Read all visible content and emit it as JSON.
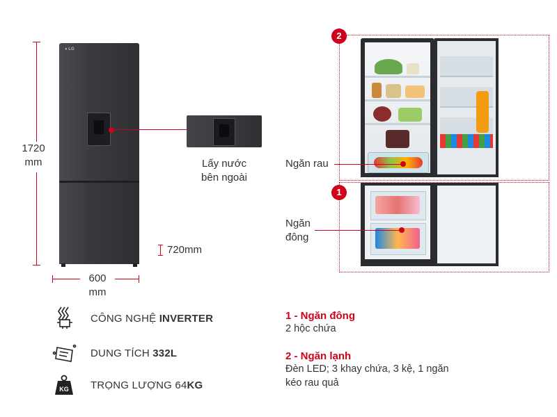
{
  "dimensions": {
    "height_value": "1720",
    "height_unit": "mm",
    "width_value": "600",
    "width_unit": "mm",
    "clearance": "720mm"
  },
  "dispenser": {
    "label_line1": "Lấy nước",
    "label_line2": "bên ngoài"
  },
  "callouts": {
    "crisper": "Ngăn rau",
    "freezer_line1": "Ngăn",
    "freezer_line2": "đông"
  },
  "badges": {
    "fridge": "2",
    "freezer": "1"
  },
  "features": [
    {
      "prefix": "CÔNG NGHỆ ",
      "bold": "INVERTER",
      "suffix": "",
      "icon": "inverter-chip-icon"
    },
    {
      "prefix": "DUNG TÍCH ",
      "bold": "332L",
      "suffix": "",
      "icon": "capacity-icon"
    },
    {
      "prefix": "TRỌNG LƯỢNG 64",
      "bold": "KG",
      "suffix": "",
      "icon": "weight-icon"
    }
  ],
  "weight_icon_text": "KG",
  "specs": [
    {
      "title": "1 - Ngăn đông",
      "body": [
        "2 hộc chứa"
      ]
    },
    {
      "title": "2 - Ngăn lạnh",
      "body": [
        "Đèn LED; 3 khay chứa, 3 kệ, 1 ngăn",
        "kéo rau quả"
      ]
    }
  ],
  "colors": {
    "accent": "#d0021b",
    "fridge_body": "#3c3d42"
  }
}
